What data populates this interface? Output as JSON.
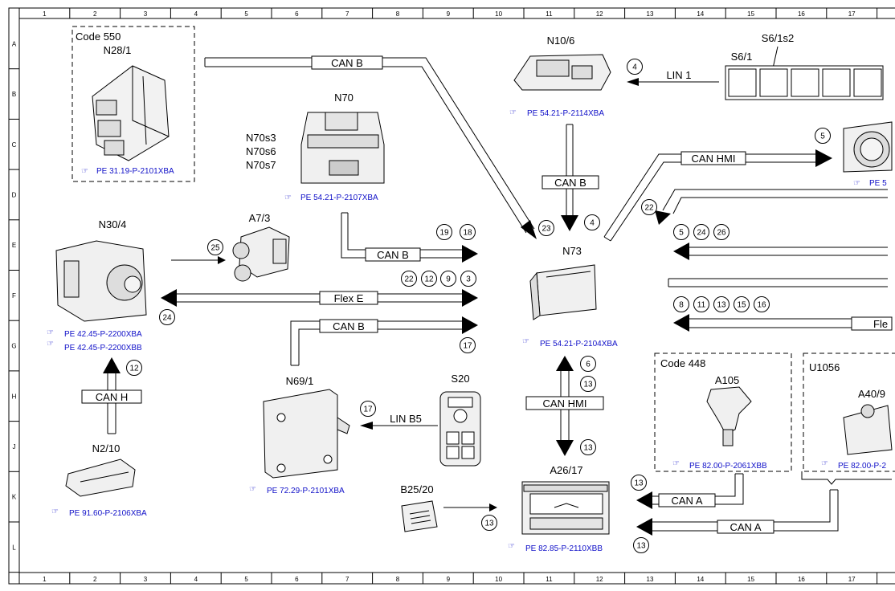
{
  "grid": {
    "columns": [
      "1",
      "2",
      "3",
      "4",
      "5",
      "6",
      "7",
      "8",
      "9",
      "10",
      "11",
      "12",
      "13",
      "14",
      "15",
      "16",
      "17"
    ],
    "rows": [
      "A",
      "B",
      "C",
      "D",
      "E",
      "F",
      "G",
      "H",
      "J",
      "K",
      "L"
    ]
  },
  "components": {
    "code550": "Code 550",
    "n28_1": "N28/1",
    "n70": "N70",
    "n70s3": "N70s3",
    "n70s6": "N70s6",
    "n70s7": "N70s7",
    "n10_6": "N10/6",
    "s6_1": "S6/1",
    "s6_1s2": "S6/1s2",
    "n30_4": "N30/4",
    "a7_3": "A7/3",
    "n73": "N73",
    "n2_10": "N2/10",
    "n69_1": "N69/1",
    "s20": "S20",
    "a26_17": "A26/17",
    "b25_20": "B25/20",
    "code448": "Code 448",
    "a105": "A105",
    "u1056": "U1056",
    "a40_9": "A40/9"
  },
  "refs": {
    "n28_1": "PE 31.19-P-2101XBA",
    "n70": "PE 54.21-P-2107XBA",
    "n10_6": "PE 54.21-P-2114XBA",
    "right_c": "PE 5",
    "n30_4_a": "PE 42.45-P-2200XBA",
    "n30_4_b": "PE 42.45-P-2200XBB",
    "n73": "PE 54.21-P-2104XBA",
    "n2_10": "PE 91.60-P-2106XBA",
    "n69_1": "PE 72.29-P-2101XBA",
    "a105": "PE 82.00-P-2061XBB",
    "a40_9": "PE 82.00-P-2",
    "a26_17": "PE 82.85-P-2110XBB"
  },
  "buses": {
    "can_b_top": "CAN B",
    "lin1": "LIN 1",
    "can_b_vert": "CAN B",
    "can_hmi_top": "CAN HMI",
    "can_b_n70": "CAN B",
    "flex_e": "Flex E",
    "can_b_n69": "CAN B",
    "can_h": "CAN H",
    "lin_b5": "LIN B5",
    "can_hmi_vert": "CAN HMI",
    "can_a_1": "CAN A",
    "can_a_2": "CAN A",
    "flex_right": "Fle"
  },
  "markers": {
    "m4_top": "4",
    "m5_top": "5",
    "m22": "22",
    "m5_mid": "5",
    "m24_mid": "24",
    "m26_mid": "26",
    "m23": "23",
    "m4_n73": "4",
    "m19": "19",
    "m18": "18",
    "m25": "25",
    "mf22": "22",
    "mf12": "12",
    "mf9": "9",
    "mf3": "3",
    "m24_left": "24",
    "m8": "8",
    "m11": "11",
    "m13r": "13",
    "m15": "15",
    "m16": "16",
    "m17_top": "17",
    "m12_left": "12",
    "m6": "6",
    "m13_top": "13",
    "m13_bot": "13",
    "m17_mid": "17",
    "m13_a": "13",
    "m13_b25": "13",
    "m13_b": "13"
  }
}
